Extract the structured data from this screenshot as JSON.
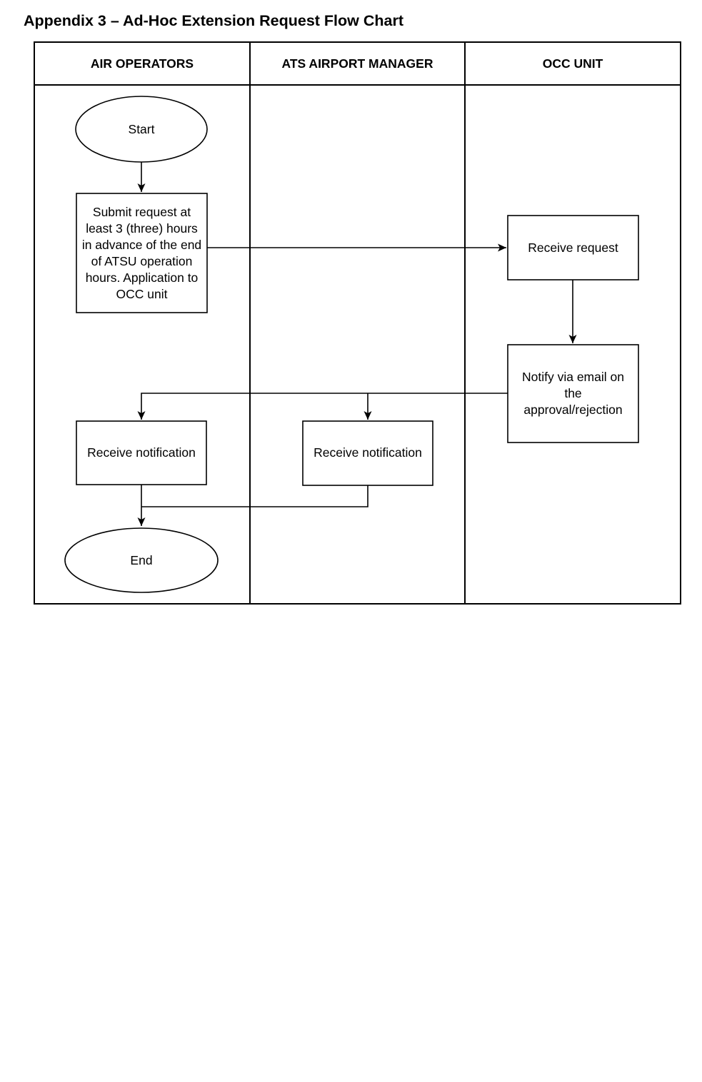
{
  "title": "Appendix 3 – Ad-Hoc Extension Request Flow Chart",
  "lanes": [
    {
      "label": "AIR OPERATORS"
    },
    {
      "label": "ATS AIRPORT MANAGER"
    },
    {
      "label": "OCC UNIT"
    }
  ],
  "nodes": {
    "start": "Start",
    "submit_request": "Submit request at\nleast 3 (three) hours\nin advance of the end\nof ATSU operation\nhours. Application to\nOCC unit",
    "receive_request": "Receive request",
    "notify": "Notify via email on\nthe\napproval/rejection",
    "receive_notification_air": "Receive notification",
    "receive_notification_ats": "Receive notification",
    "end": "End"
  },
  "colors": {
    "line": "#000000",
    "bg": "#ffffff",
    "text": "#000000"
  }
}
